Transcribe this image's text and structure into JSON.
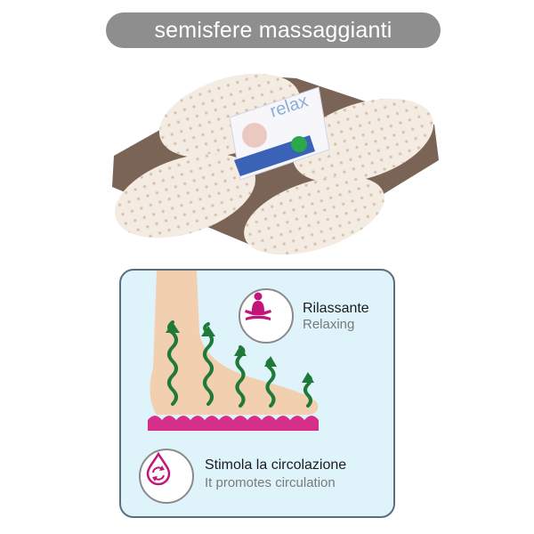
{
  "header": {
    "title": "semisfere massaggianti"
  },
  "product": {
    "brand_label": "relax",
    "icon": "massage-mat-product-photo"
  },
  "benefits": [
    {
      "label_it": "Rilassante",
      "label_en": "Relaxing",
      "icon": "meditation-icon",
      "icon_color": "#c2157a"
    },
    {
      "label_it": "Stimola la circolazione",
      "label_en": "It promotes circulation",
      "icon": "circulation-drop-icon",
      "icon_color": "#c2157a"
    }
  ],
  "colors": {
    "panel_bg": "#dff3fb",
    "arrow_green": "#1f7a3a",
    "mat_pink": "#d62f8a",
    "foot_skin": "#f2cfae"
  }
}
